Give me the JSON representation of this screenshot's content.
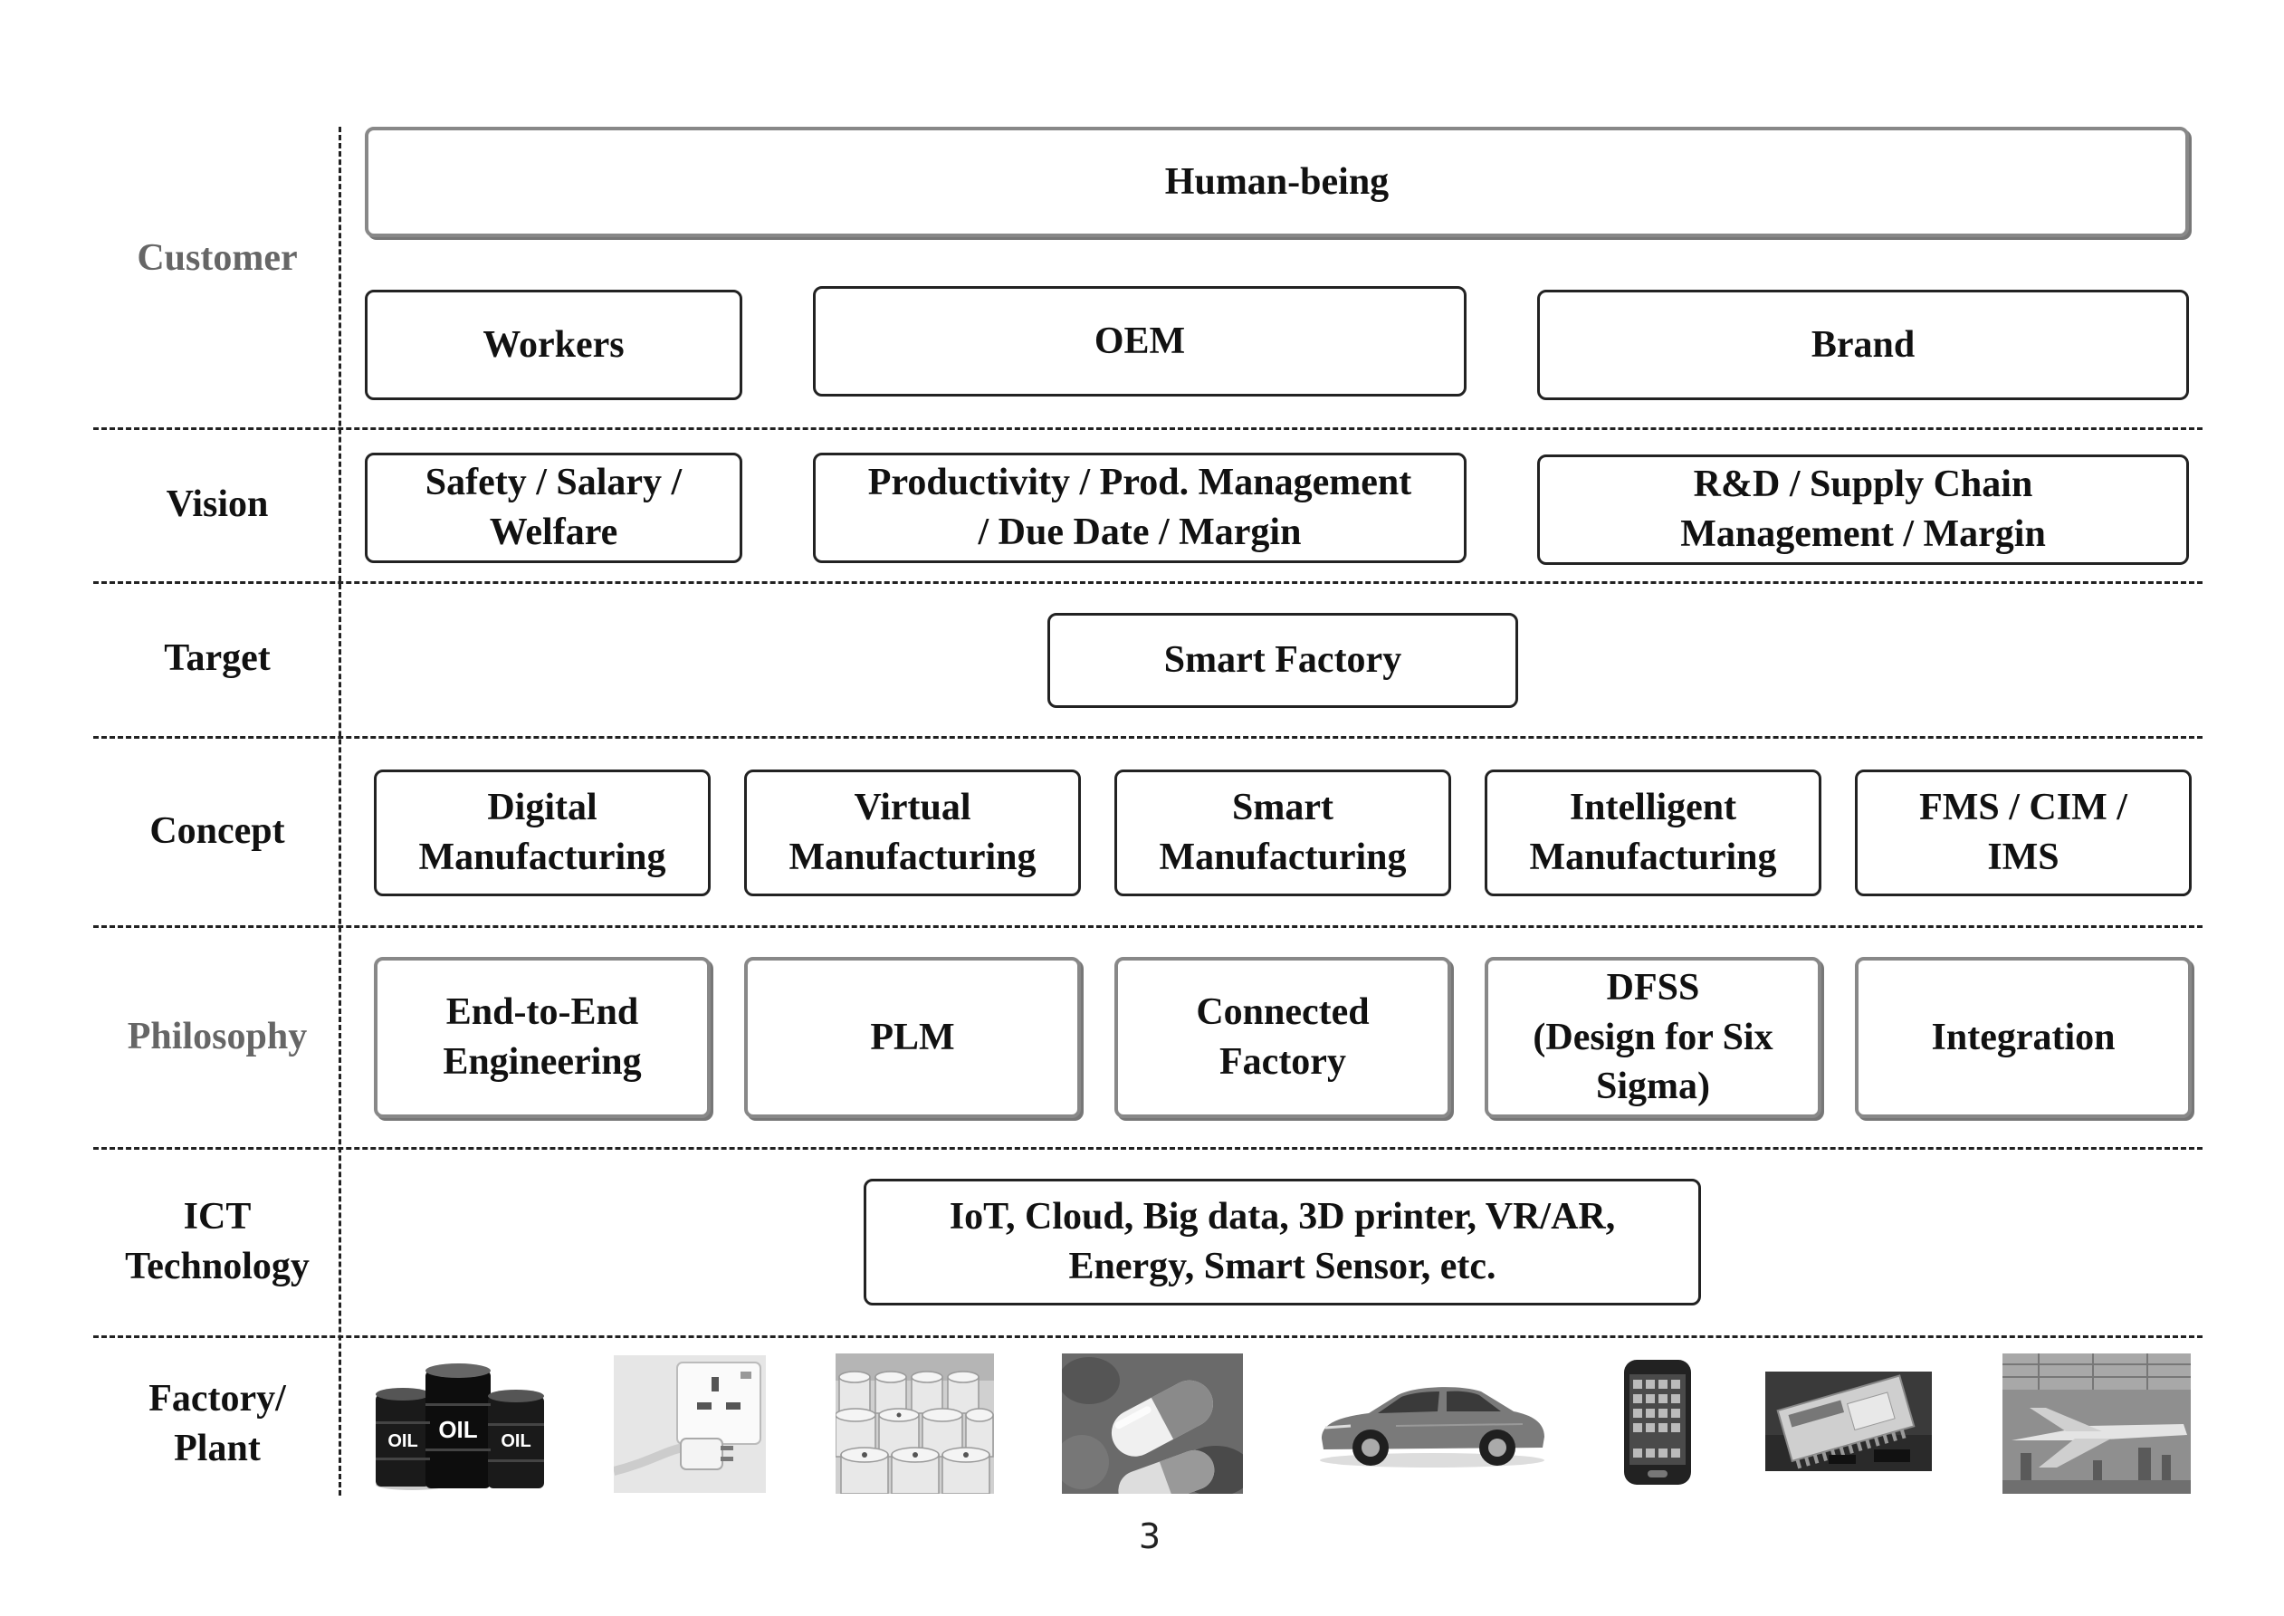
{
  "rows": {
    "customer": "Customer",
    "vision": "Vision",
    "target": "Target",
    "concept": "Concept",
    "philosophy": "Philosophy",
    "ict": "ICT\nTechnology",
    "factory": "Factory/\nPlant"
  },
  "customer": {
    "human_being": "Human-being",
    "workers": "Workers",
    "oem": "OEM",
    "brand": "Brand"
  },
  "vision": {
    "workers": "Safety / Salary /\nWelfare",
    "oem": "Productivity / Prod. Management\n/ Due Date / Margin",
    "brand": "R&D / Supply Chain\nManagement / Margin"
  },
  "target": {
    "smart_factory": "Smart Factory"
  },
  "concept": {
    "items": [
      "Digital\nManufacturing",
      "Virtual\nManufacturing",
      "Smart\nManufacturing",
      "Intelligent\nManufacturing",
      "FMS / CIM /\nIMS"
    ]
  },
  "philosophy": {
    "items": [
      "End-to-End\nEngineering",
      "PLM",
      "Connected\nFactory",
      "DFSS\n(Design for Six\nSigma)",
      "Integration"
    ]
  },
  "ict": {
    "technologies": "IoT, Cloud, Big data, 3D printer, VR/AR,\nEnergy, Smart Sensor, etc."
  },
  "factory_images": {
    "oil_label": "OIL",
    "items": [
      "oil-barrels",
      "power-plug",
      "paper-rolls",
      "capsule-pills",
      "sedan-car",
      "smartphone",
      "memory-chip",
      "aircraft-assembly"
    ]
  },
  "page_number": "3"
}
